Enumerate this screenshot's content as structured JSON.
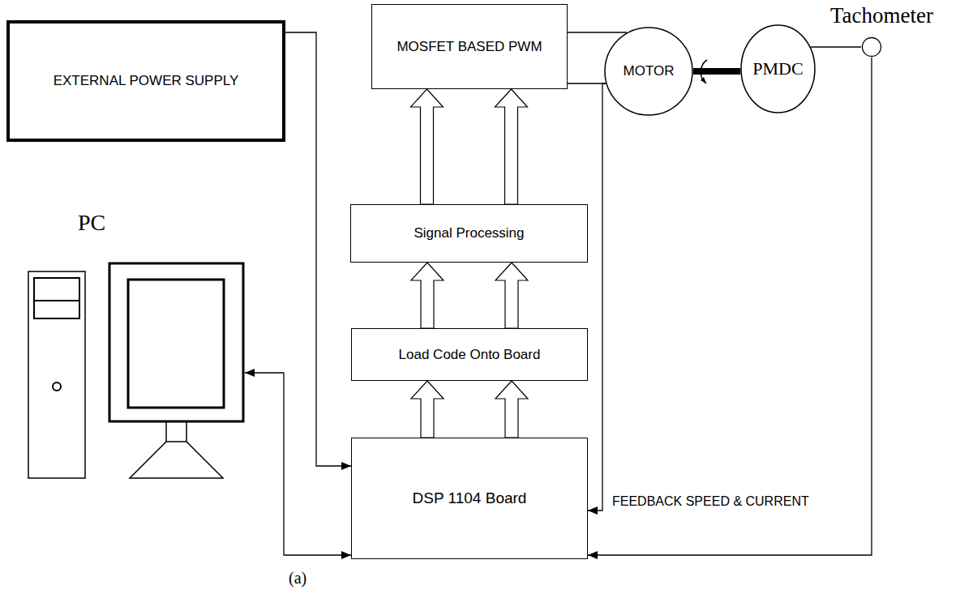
{
  "diagram": {
    "nodes": [
      {
        "text": [
          "EXTERNAL POWER SUPPLY"
        ]
      },
      {
        "text": [
          "MOSFET BASED PWM"
        ]
      },
      {
        "text": [
          "MOTOR"
        ]
      },
      {
        "text": [
          "PMDC"
        ]
      },
      {
        "text": [
          "Tachometer"
        ]
      },
      {
        "text": [
          "Signal Processing"
        ]
      },
      {
        "text": [
          "PC"
        ]
      },
      {
        "text": [
          "Load Code Onto Board"
        ]
      },
      {
        "text": [
          "DSP 1104 Board"
        ]
      }
    ],
    "edges": [
      {
        "from": 0,
        "to": 8,
        "arrow": "to"
      },
      {
        "from": 1,
        "to": 2,
        "arrow": "none"
      },
      {
        "from": 1,
        "to": 2,
        "arrow": "none"
      },
      {
        "from": 2,
        "to": 3,
        "arrow": "none"
      },
      {
        "from": 3,
        "to": 4,
        "arrow": "none"
      },
      {
        "from": 8,
        "to": 7,
        "arrow": "to"
      },
      {
        "from": 7,
        "to": 5,
        "arrow": "to"
      },
      {
        "from": 5,
        "to": 1,
        "arrow": "to"
      },
      {
        "from": 6,
        "to": 8,
        "arrow": "both"
      },
      {
        "from": 2,
        "to": 8,
        "arrow": "to"
      },
      {
        "from": 4,
        "to": 8,
        "arrow": "to"
      }
    ],
    "labels": [
      "FEEDBACK SPEED & CURRENT",
      "(a)"
    ]
  }
}
